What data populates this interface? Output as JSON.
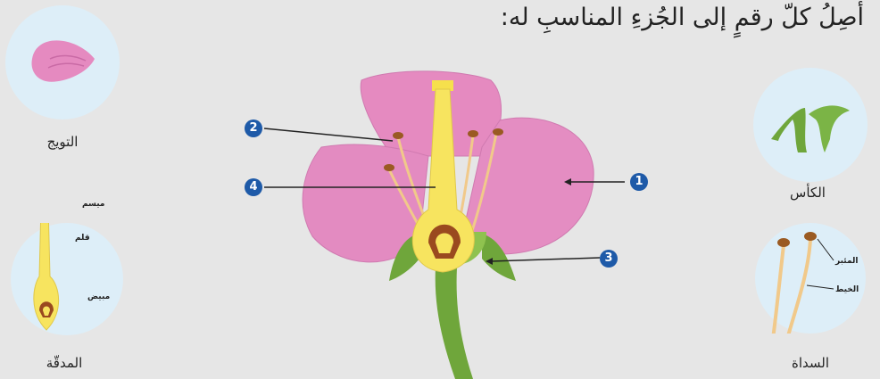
{
  "title": "أَصِلُ كلّ رقمٍ إلى الجُزءِ المناسبِ له:",
  "options": {
    "petal": "التويج",
    "pistil": "المدقّة",
    "sepal": "الكأس",
    "stamen": "السداة"
  },
  "pistil_parts": {
    "stigma": "ميسم",
    "style": "قلم",
    "ovary": "مبيض"
  },
  "stamen_parts": {
    "anther": "المئبر",
    "filament": "الخيط"
  },
  "numbers": {
    "n1": "1",
    "n2": "2",
    "n3": "3",
    "n4": "4"
  }
}
